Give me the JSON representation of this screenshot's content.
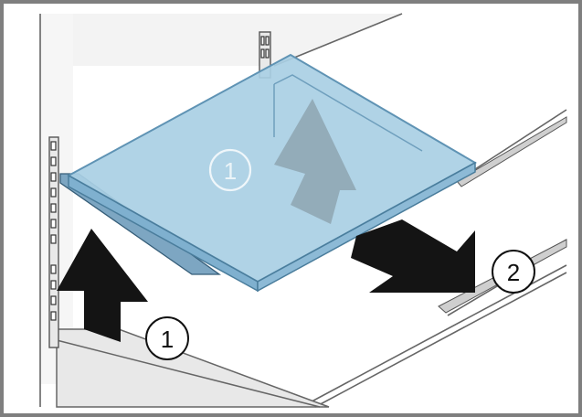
{
  "diagram": {
    "callouts": [
      {
        "id": "step-1-front",
        "label": "1"
      },
      {
        "id": "step-1-on-shelf",
        "label": "1"
      },
      {
        "id": "step-2",
        "label": "2"
      }
    ]
  },
  "colors": {
    "frame": "#7f7f7f",
    "background": "#f2f2f2",
    "shelf_glass": "#a9cfe4",
    "shelf_edge": "#5f93b4",
    "arrow_dark": "#141414",
    "arrow_ghost": "#8aa1ad",
    "line": "#555555"
  }
}
